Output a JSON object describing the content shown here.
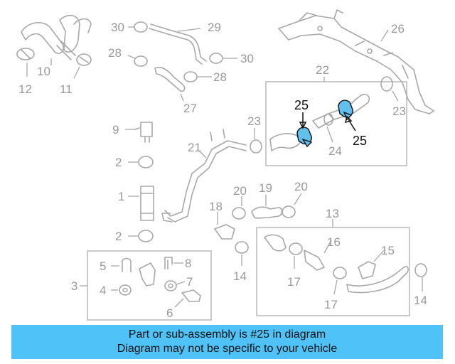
{
  "callouts": {
    "c1": "1",
    "c2a": "2",
    "c2b": "2",
    "c3": "3",
    "c4": "4",
    "c5": "5",
    "c6": "6",
    "c7": "7",
    "c8": "8",
    "c9": "9",
    "c10": "10",
    "c11": "11",
    "c12": "12",
    "c13": "13",
    "c14a": "14",
    "c14b": "14",
    "c15": "15",
    "c16": "16",
    "c17a": "17",
    "c17b": "17",
    "c18": "18",
    "c19": "19",
    "c20a": "20",
    "c20b": "20",
    "c21": "21",
    "c22": "22",
    "c23a": "23",
    "c23b": "23",
    "c24": "24",
    "c25a": "25",
    "c25b": "25",
    "c26": "26",
    "c27": "27",
    "c28a": "28",
    "c28b": "28",
    "c29": "29",
    "c30a": "30",
    "c30b": "30"
  },
  "highlight_color": "#62c0ec",
  "banner": {
    "line1": "Part or sub-assembly is #25 in diagram",
    "line2": "Diagram may not be specific to your vehicle",
    "color": "#4fc3f7"
  }
}
